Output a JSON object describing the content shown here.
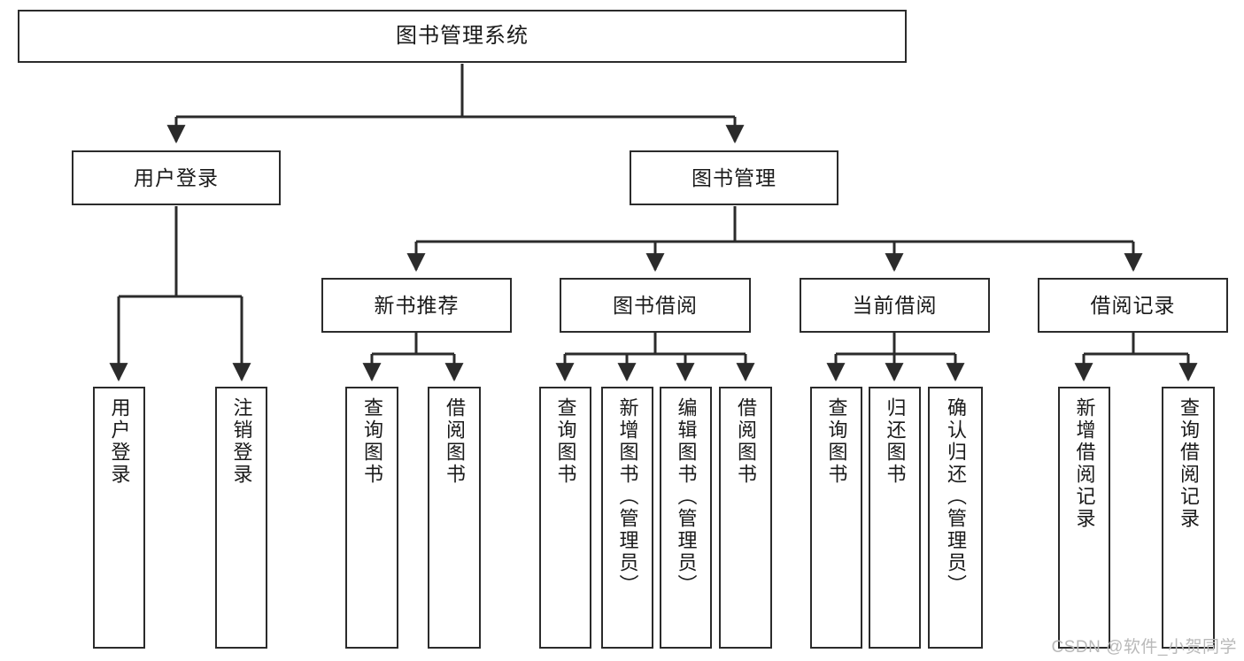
{
  "diagram": {
    "title": "图书管理系统",
    "watermark": "CSDN @软件_小贺同学",
    "accent_color": "#2b2b2b",
    "background_color": "#ffffff",
    "level2": [
      {
        "id": "user-login",
        "label": "用户登录"
      },
      {
        "id": "book-manage",
        "label": "图书管理"
      }
    ],
    "level3": [
      {
        "id": "new-book-recommend",
        "label": "新书推荐"
      },
      {
        "id": "book-borrow",
        "label": "图书借阅"
      },
      {
        "id": "current-borrow",
        "label": "当前借阅"
      },
      {
        "id": "borrow-record",
        "label": "借阅记录"
      }
    ],
    "leaves": [
      {
        "id": "leaf-user-login",
        "label": "用户登录",
        "parent": "user-login"
      },
      {
        "id": "leaf-user-logout",
        "label": "注销登录",
        "parent": "user-login"
      },
      {
        "id": "leaf-query-book-1",
        "label": "查询图书",
        "parent": "new-book-recommend"
      },
      {
        "id": "leaf-borrow-book-1",
        "label": "借阅图书",
        "parent": "new-book-recommend"
      },
      {
        "id": "leaf-query-book-2",
        "label": "查询图书",
        "parent": "book-borrow"
      },
      {
        "id": "leaf-add-book",
        "label": "新增图书（管理员）",
        "parent": "book-borrow"
      },
      {
        "id": "leaf-edit-book",
        "label": "编辑图书（管理员）",
        "parent": "book-borrow"
      },
      {
        "id": "leaf-borrow-book-2",
        "label": "借阅图书",
        "parent": "book-borrow"
      },
      {
        "id": "leaf-query-book-3",
        "label": "查询图书",
        "parent": "current-borrow"
      },
      {
        "id": "leaf-return-book",
        "label": "归还图书",
        "parent": "current-borrow"
      },
      {
        "id": "leaf-confirm-return",
        "label": "确认归还（管理员）",
        "parent": "current-borrow"
      },
      {
        "id": "leaf-add-record",
        "label": "新增借阅记录",
        "parent": "borrow-record"
      },
      {
        "id": "leaf-query-record",
        "label": "查询借阅记录",
        "parent": "borrow-record"
      }
    ]
  }
}
